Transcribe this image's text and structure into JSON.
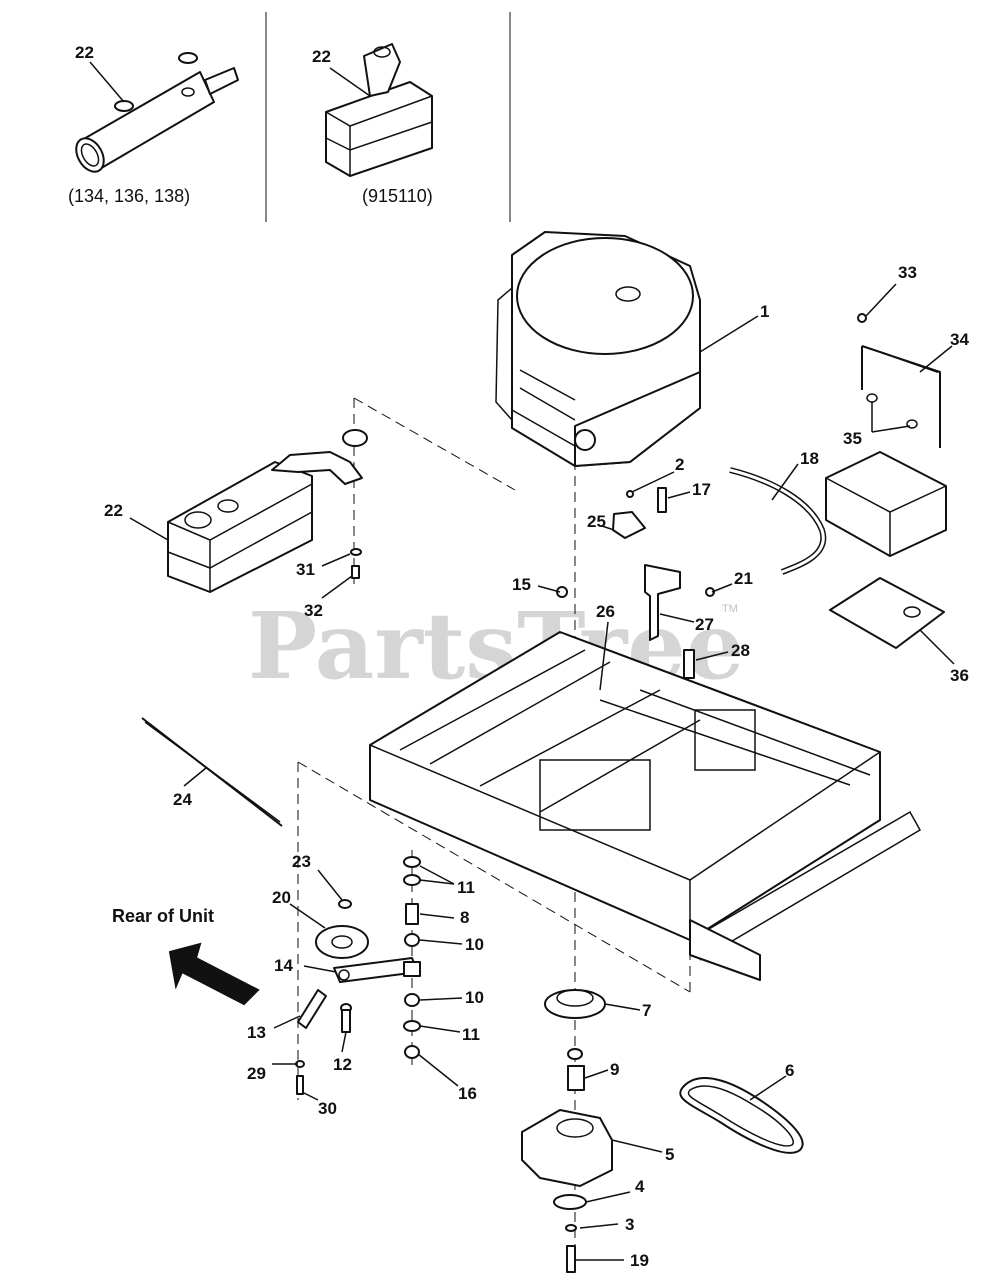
{
  "watermark": {
    "text": "PartsTree",
    "trademark": "TM"
  },
  "direction": {
    "label": "Rear of Unit"
  },
  "variants": [
    {
      "callout": "22",
      "caption": "(134, 136, 138)"
    },
    {
      "callout": "22",
      "caption": "(915110)"
    }
  ],
  "callouts": {
    "p1": "1",
    "p2": "2",
    "p3": "3",
    "p4": "4",
    "p5": "5",
    "p6": "6",
    "p7": "7",
    "p8": "8",
    "p9": "9",
    "p10a": "10",
    "p10b": "10",
    "p11a": "11",
    "p11b": "11",
    "p12": "12",
    "p13": "13",
    "p14": "14",
    "p15": "15",
    "p16": "16",
    "p17": "17",
    "p18": "18",
    "p19": "19",
    "p20": "20",
    "p21": "21",
    "p22": "22",
    "p23": "23",
    "p24": "24",
    "p25": "25",
    "p26": "26",
    "p27": "27",
    "p28": "28",
    "p29": "29",
    "p30": "30",
    "p31": "31",
    "p32": "32",
    "p33": "33",
    "p34": "34",
    "p35": "35",
    "p36": "36"
  }
}
